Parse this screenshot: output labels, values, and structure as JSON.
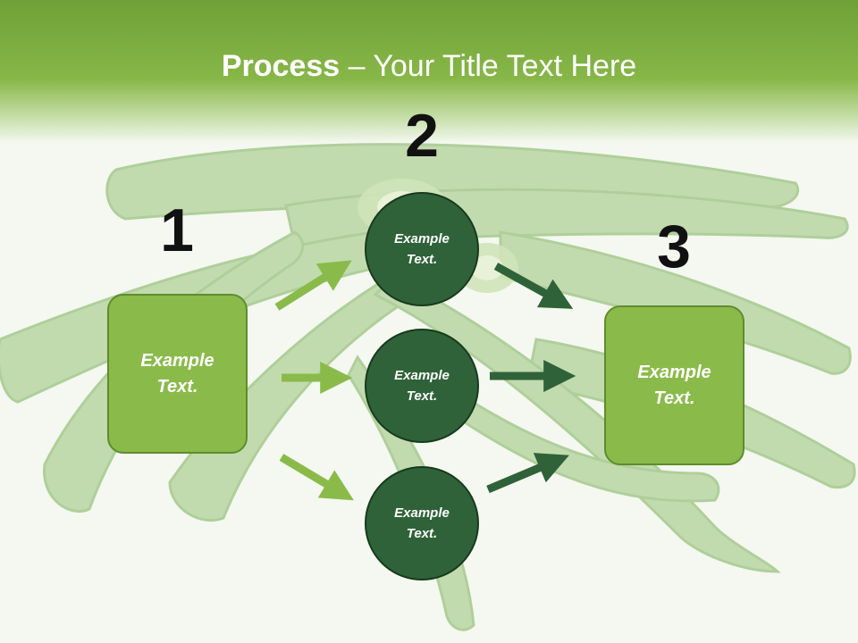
{
  "title": {
    "bold": "Process",
    "rest": " – Your Title Text Here"
  },
  "steps": [
    {
      "number": "1",
      "text": "Example Text."
    },
    {
      "number": "2",
      "items": [
        "Example Text.",
        "Example Text.",
        "Example Text."
      ]
    },
    {
      "number": "3",
      "text": "Example Text."
    }
  ],
  "colors": {
    "title_band": "#87b747",
    "box_fill": "#8abb4a",
    "circle_fill": "#2f6238",
    "arrow_light": "#8abb4a",
    "arrow_dark": "#2f6238"
  },
  "background": {
    "subject": "okra-pods-illustration"
  }
}
